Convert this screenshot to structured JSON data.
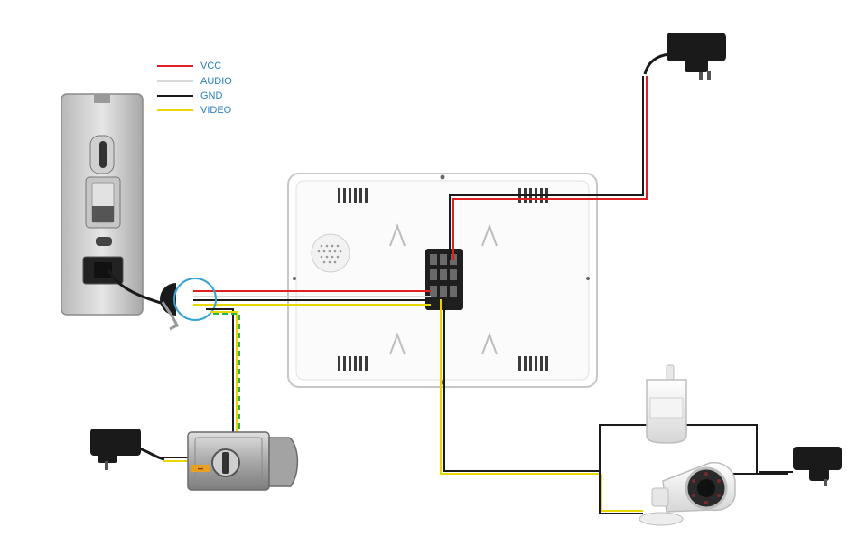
{
  "legend": {
    "vcc": {
      "label": "VCC",
      "color": "#e02020"
    },
    "audio": {
      "label": "AUDIO",
      "color": "#d8d8d8"
    },
    "gnd": {
      "label": "GND",
      "color": "#1a1a1a"
    },
    "video": {
      "label": "VIDEO",
      "color": "#e8d800"
    }
  },
  "lock_sticker": "•••"
}
